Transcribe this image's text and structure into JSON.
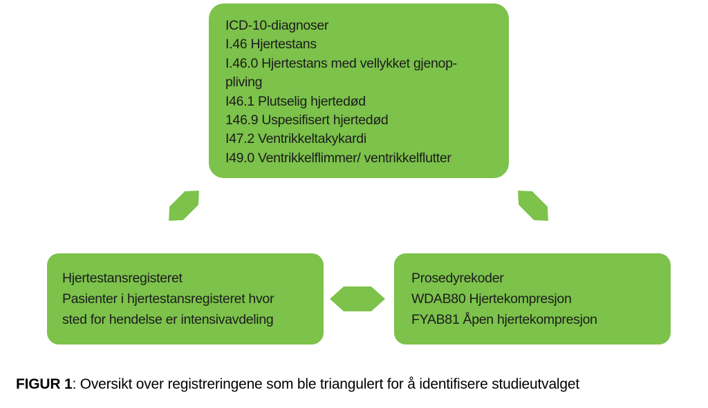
{
  "figure": {
    "background": "#ffffff",
    "accent_green": "#7cc24b",
    "text_color": "#1c1c1c"
  },
  "top_box": {
    "name": "ICD-10 diagnoses box",
    "lines": [
      "ICD-10-diagnoser",
      "I.46 Hjertestans",
      "I.46.0 Hjertestans med vellykket gjenop-",
      "pliving",
      "I46.1 Plutselig hjertedød",
      "146.9 Uspesifisert hjertedød",
      "I47.2 Ventrikkeltakykardi",
      "I49.0 Ventrikkelflimmer/ ventrikkelflutter"
    ]
  },
  "left_box": {
    "name": "Cardiac arrest registry box",
    "lines": [
      "Hjertestansregisteret",
      "Pasienter i hjertestansregisteret hvor",
      "sted for hendelse er intensivavdeling"
    ]
  },
  "right_box": {
    "name": "Procedure codes box",
    "lines": [
      "Prosedyrekoder",
      "WDAB80 Hjertekompresjon",
      "FYAB81 Åpen hjertekompresjon"
    ]
  },
  "connectors": {
    "top_to_left": "diagonal-link",
    "top_to_right": "diagonal-link",
    "left_to_right": "horizontal-double-link"
  },
  "caption": {
    "label": "FIGUR 1",
    "text": ": Oversikt over registreringene som ble triangulert for å identifisere studieutvalget"
  }
}
